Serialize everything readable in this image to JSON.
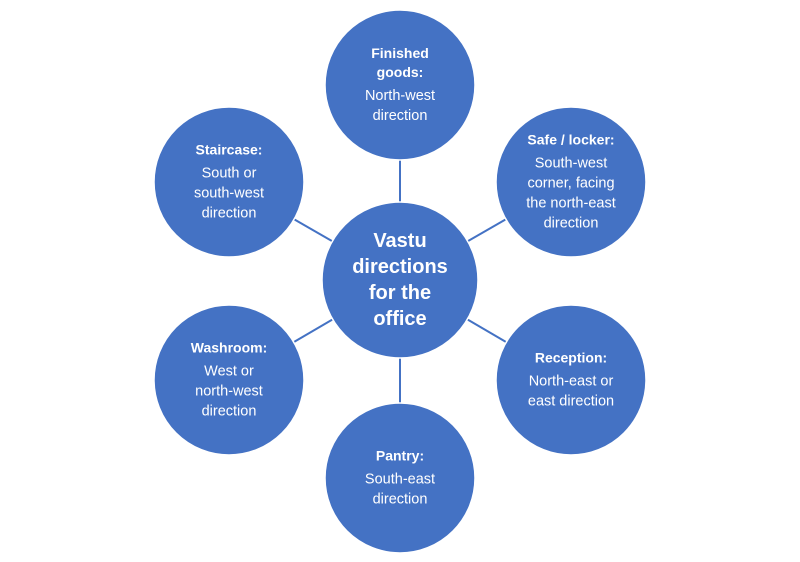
{
  "colors": {
    "node_fill": "#4472C4",
    "node_text": "#FFFFFF",
    "connector": "#4472C4",
    "background": "#FFFFFF"
  },
  "center": {
    "lines": [
      "Vastu",
      "directions",
      "for the",
      "office"
    ]
  },
  "nodes": [
    {
      "id": "finished-goods",
      "heading": [
        "Finished",
        "goods:"
      ],
      "body": [
        "North-west",
        "direction"
      ]
    },
    {
      "id": "safe-locker",
      "heading": [
        "Safe / locker:"
      ],
      "body": [
        "South-west",
        "corner, facing",
        "the north-east",
        "direction"
      ]
    },
    {
      "id": "reception",
      "heading": [
        "Reception:"
      ],
      "body": [
        "North-east or",
        "east direction"
      ]
    },
    {
      "id": "pantry",
      "heading": [
        "Pantry:"
      ],
      "body": [
        "South-east",
        "direction"
      ]
    },
    {
      "id": "washroom",
      "heading": [
        "Washroom:"
      ],
      "body": [
        "West or",
        "north-west",
        "direction"
      ]
    },
    {
      "id": "staircase",
      "heading": [
        "Staircase:"
      ],
      "body": [
        "South or",
        "south-west",
        "direction"
      ]
    }
  ]
}
